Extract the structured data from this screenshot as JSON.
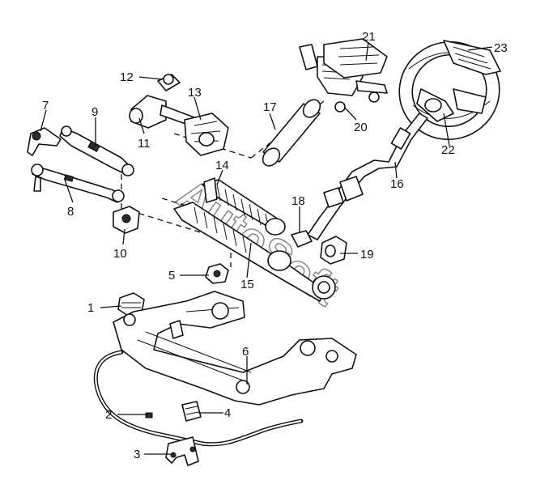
{
  "callouts": [
    {
      "id": "1",
      "label": "1"
    },
    {
      "id": "2",
      "label": "2"
    },
    {
      "id": "3",
      "label": "3"
    },
    {
      "id": "4",
      "label": "4"
    },
    {
      "id": "5",
      "label": "5"
    },
    {
      "id": "6",
      "label": "6"
    },
    {
      "id": "7",
      "label": "7"
    },
    {
      "id": "8",
      "label": "8"
    },
    {
      "id": "9",
      "label": "9"
    },
    {
      "id": "10",
      "label": "10"
    },
    {
      "id": "11",
      "label": "11"
    },
    {
      "id": "12",
      "label": "12"
    },
    {
      "id": "13",
      "label": "13"
    },
    {
      "id": "14",
      "label": "14"
    },
    {
      "id": "15",
      "label": "15"
    },
    {
      "id": "16",
      "label": "16"
    },
    {
      "id": "17",
      "label": "17"
    },
    {
      "id": "18",
      "label": "18"
    },
    {
      "id": "19",
      "label": "19"
    },
    {
      "id": "20",
      "label": "20"
    },
    {
      "id": "21",
      "label": "21"
    },
    {
      "id": "22",
      "label": "22"
    },
    {
      "id": "23",
      "label": "23"
    }
  ],
  "watermark": "AutoSoft",
  "colors": {
    "ink": "#111111",
    "background": "#ffffff",
    "watermark": "#555555"
  }
}
